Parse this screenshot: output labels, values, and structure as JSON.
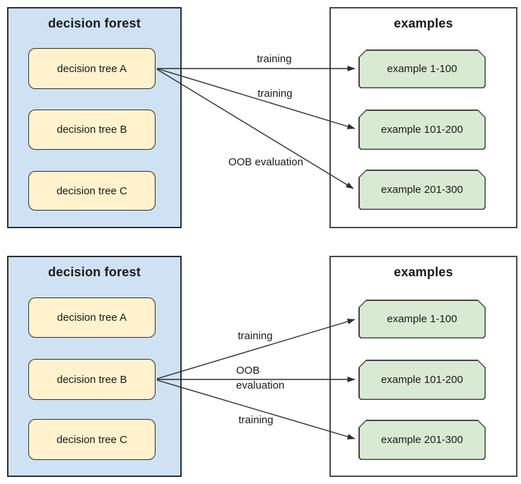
{
  "colors": {
    "forest_fill": "#cfe2f3",
    "forest_border": "#2f2f2f",
    "tree_fill": "#fff2cc",
    "tree_border": "#2f2f2f",
    "examples_panel_fill": "#ffffff",
    "examples_panel_border": "#4a4a4a",
    "example_fill": "#d9ead3",
    "example_border": "#474747",
    "arrow_color": "#2d2d2d",
    "text_color": "#1a1a1a"
  },
  "diagrams": [
    {
      "forest": {
        "title": "decision forest",
        "trees": [
          "decision tree A",
          "decision tree B",
          "decision tree C"
        ]
      },
      "examples": {
        "title": "examples",
        "items": [
          "example 1-100",
          "example 101-200",
          "example 201-300"
        ]
      },
      "arrows": [
        {
          "label": "training",
          "from": "decision tree A",
          "to": "example 1-100"
        },
        {
          "label": "training",
          "from": "decision tree A",
          "to": "example 101-200"
        },
        {
          "label": "OOB evaluation",
          "from": "decision tree A",
          "to": "example 201-300"
        }
      ]
    },
    {
      "forest": {
        "title": "decision forest",
        "trees": [
          "decision tree A",
          "decision tree B",
          "decision tree C"
        ]
      },
      "examples": {
        "title": "examples",
        "items": [
          "example 1-100",
          "example 101-200",
          "example 201-300"
        ]
      },
      "arrows": [
        {
          "label": "training",
          "from": "decision tree B",
          "to": "example 1-100"
        },
        {
          "label": "OOB evaluation",
          "from": "decision tree B",
          "to": "example 101-200"
        },
        {
          "label": "training",
          "from": "decision tree B",
          "to": "example 201-300"
        }
      ]
    }
  ]
}
